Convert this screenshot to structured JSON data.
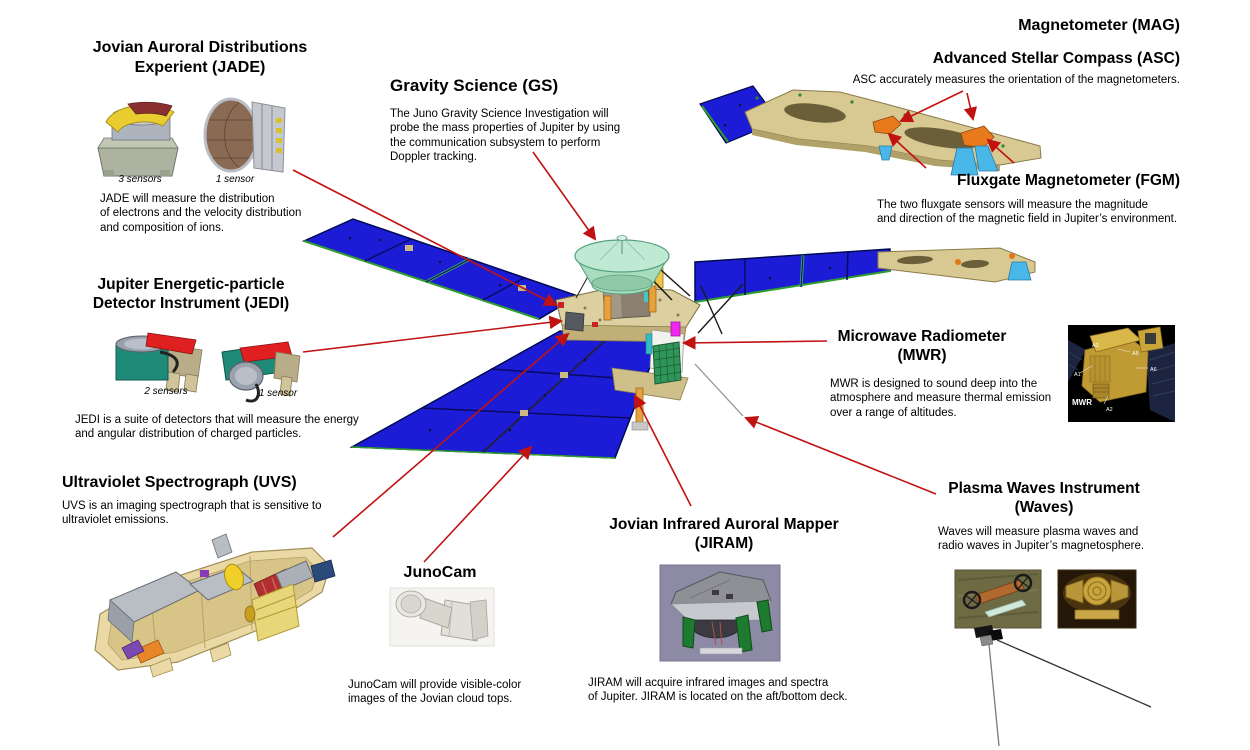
{
  "instruments": {
    "jade": {
      "title": "Jovian Auroral Distributions\nExperient (JADE)",
      "sensor_captions": [
        "3 sensors",
        "1 sensor"
      ],
      "description": "JADE will measure the distribution\nof electrons and the velocity distribution\nand composition of ions."
    },
    "gs": {
      "title": "Gravity Science (GS)",
      "description": "The Juno Gravity Science Investigation will\nprobe the mass properties of Jupiter by using\nthe communication subsystem to perform\nDoppler tracking."
    },
    "mag": {
      "title": "Magnetometer (MAG)"
    },
    "asc": {
      "title": "Advanced Stellar Compass (ASC)",
      "description": "ASC accurately measures the orientation of the magnetometers."
    },
    "fgm": {
      "title": "Fluxgate Magnetometer (FGM)",
      "description": "The two fluxgate sensors will measure the magnitude\nand direction of the magnetic field in Jupiter’s environment."
    },
    "jedi": {
      "title": "Jupiter Energetic-particle\nDetector Instrument (JEDI)",
      "sensor_captions": [
        "2 sensors",
        "1 sensor"
      ],
      "description": "JEDI is a suite of detectors that will measure the energy\nand angular distribution of charged particles."
    },
    "mwr": {
      "title": "Microwave Radiometer\n(MWR)",
      "description": "MWR is designed to sound deep into the\natmosphere and measure thermal emission\nover a range of altitudes.",
      "photo_label": "MWR",
      "photo_annotations": [
        "A3",
        "A5",
        "A1",
        "A6",
        "A2"
      ]
    },
    "uvs": {
      "title": "Ultraviolet Spectrograph (UVS)",
      "description": "UVS is an imaging spectrograph that is sensitive to\nultraviolet emissions."
    },
    "junocam": {
      "title": "JunoCam",
      "description": "JunoCam will provide visible-color\nimages of the Jovian cloud tops."
    },
    "jiram": {
      "title": "Jovian Infrared Auroral Mapper\n(JIRAM)",
      "description": "JIRAM will acquire infrared images and spectra\nof Jupiter. JIRAM is located on the aft/bottom deck."
    },
    "waves": {
      "title": "Plasma Waves Instrument\n(Waves)",
      "description": "Waves will measure plasma waves and\nradio waves in Jupiter’s magnetosphere."
    }
  },
  "colors": {
    "callout_red": "#c11212",
    "solar_panel_blue": "#1c1cd6",
    "structure_tan": "#d8c992",
    "dish_mint": "#bfe9d2",
    "mwr_grid_green": "#2f9658"
  }
}
